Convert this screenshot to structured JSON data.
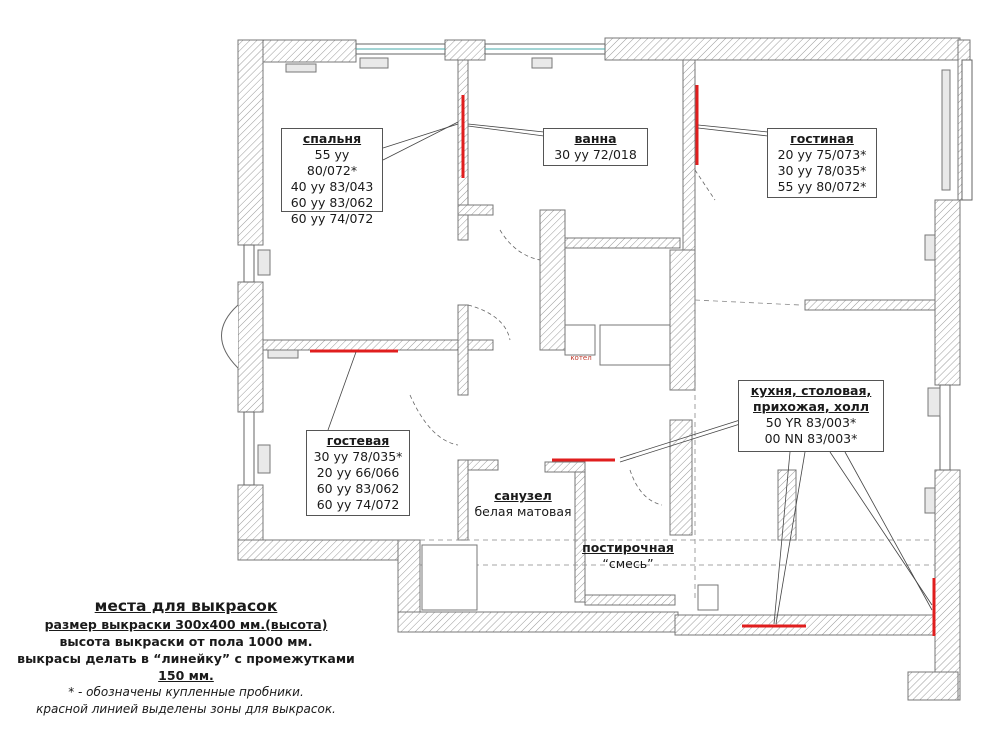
{
  "rooms": {
    "bedroom": {
      "title": "спальня",
      "lines": [
        "55 уу 80/072*",
        "40 уу 83/043",
        "60 уу 83/062",
        "60 уу 74/072"
      ]
    },
    "bath": {
      "title": "ванна",
      "lines": [
        "30 уу 72/018"
      ]
    },
    "living": {
      "title": "гостиная",
      "lines": [
        "20 уу 75/073*",
        "30 уу 78/035*",
        "55 уу 80/072*"
      ]
    },
    "guest": {
      "title": "гостевая",
      "lines": [
        "30 уу 78/035*",
        "20 уу 66/066",
        "60 уу 83/062",
        "60 уу 74/072"
      ]
    },
    "kitchen": {
      "title_lines": [
        "кухня, столовая,",
        "прихожая, холл"
      ],
      "lines": [
        "50 YR 83/003*",
        "00 NN 83/003*"
      ]
    },
    "wc": {
      "title": "санузел",
      "lines": [
        "белая матовая"
      ]
    },
    "laundry": {
      "title": "постирочная",
      "lines": [
        "“смесь”"
      ]
    }
  },
  "boiler_label": "котел",
  "notes": {
    "title": "места для выкрасок",
    "size": "размер выкраски 300х400 мм.(высота)",
    "height": "высота выкраски от пола 1000 мм.",
    "ruler": "выкрасы делать в “линейку” с промежутками",
    "gap": "150 мм.",
    "legend1": "* - обозначены купленные пробники.",
    "legend2": "красной линией выделены зоны для выкрасок."
  },
  "colors": {
    "wall": "#8a8a8a",
    "hatch": "#b5b5b5",
    "marker": "#e01e1e",
    "text": "#1a1a1a"
  }
}
